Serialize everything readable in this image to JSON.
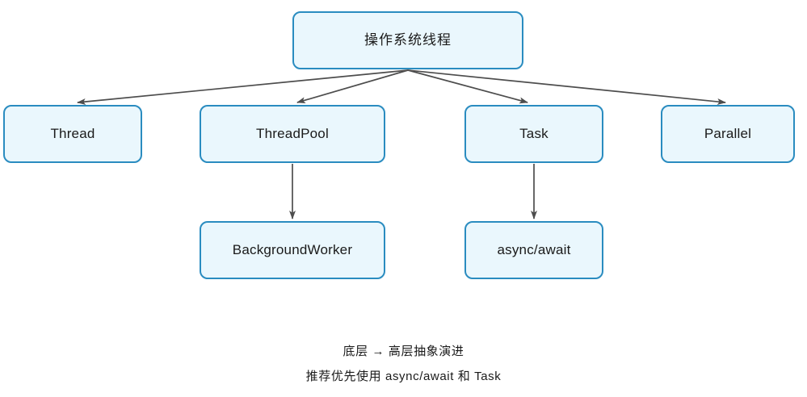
{
  "diagram": {
    "type": "flowchart",
    "direction": "top-down",
    "background_color": "#ffffff",
    "node_fill_color": "#eaf7fd",
    "node_border_color": "#2a8cc0",
    "edge_color": "#4d4d4d",
    "text_color": "#1a1a1a",
    "nodes": [
      {
        "id": "os-thread",
        "label": "操作系统线程",
        "level": 0,
        "script": "cjk"
      },
      {
        "id": "thread",
        "label": "Thread",
        "level": 1,
        "script": "latin"
      },
      {
        "id": "threadpool",
        "label": "ThreadPool",
        "level": 1,
        "script": "latin"
      },
      {
        "id": "task",
        "label": "Task",
        "level": 1,
        "script": "latin"
      },
      {
        "id": "parallel",
        "label": "Parallel",
        "level": 1,
        "script": "latin"
      },
      {
        "id": "bgworker",
        "label": "BackgroundWorker",
        "level": 2,
        "script": "latin"
      },
      {
        "id": "asyncawait",
        "label": "async/await",
        "level": 2,
        "script": "latin"
      }
    ],
    "edges": [
      {
        "from": "os-thread",
        "to": "thread",
        "arrow": "single",
        "style": "solid"
      },
      {
        "from": "os-thread",
        "to": "threadpool",
        "arrow": "single",
        "style": "solid"
      },
      {
        "from": "os-thread",
        "to": "task",
        "arrow": "single",
        "style": "solid"
      },
      {
        "from": "os-thread",
        "to": "parallel",
        "arrow": "single",
        "style": "solid"
      },
      {
        "from": "threadpool",
        "to": "bgworker",
        "arrow": "single",
        "style": "solid"
      },
      {
        "from": "task",
        "to": "asyncawait",
        "arrow": "single",
        "style": "solid"
      }
    ]
  },
  "caption": {
    "line1": "底层 → 高层抽象演进",
    "line2": "推荐优先使用 async/await 和 Task"
  }
}
